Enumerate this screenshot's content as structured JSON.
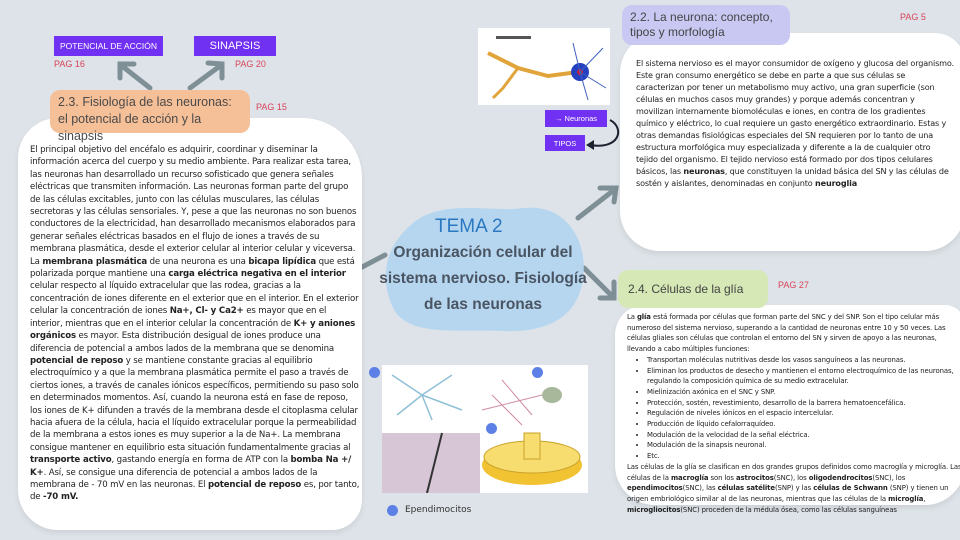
{
  "left": {
    "buttons": {
      "potencial": "POTENCIAL DE ACCIÓN",
      "sinapsis": "SINAPSIS"
    },
    "pag_potencial": "PAG 16",
    "pag_sinapsis": "PAG 20",
    "title": "2.3. Fisiología de las neuronas: el potencial de acción y la sinapsis",
    "pag": "PAG 15",
    "body": [
      [
        "El principal objetivo del encéfalo es adquirir, coordinar y diseminar la información acerca del cuerpo y su medio ambiente. Para realizar esta tarea, las neuronas han desarrollado un recurso sofisticado que genera señales eléctricas que transmiten información. Las neuronas forman parte del grupo de las células excitables, junto con las células musculares, las células secretoras y las células sensoriales. Y, pese a que las neuronas no son buenos conductores de la electricidad, han desarrollado mecanismos elaborados para generar señales eléctricas basados en el flujo de iones a través de su membrana plasmática, desde el exterior celular al interior celular y viceversa. La ",
        0
      ],
      [
        "membrana plasmática",
        1
      ],
      [
        " de una neurona es una ",
        0
      ],
      [
        "bicapa lipídica",
        1
      ],
      [
        " que está polarizada porque mantiene una ",
        0
      ],
      [
        "carga eléctrica negativa en el interior",
        1
      ],
      [
        " celular respecto al líquido extracelular que las rodea, gracias a la concentración de iones diferente en el exterior que en el interior. En el exterior celular la concentración de iones ",
        0
      ],
      [
        "Na+, Cl- y Ca2+",
        1
      ],
      [
        " es mayor que en el interior, mientras que en el interior celular la concentración de ",
        0
      ],
      [
        "K+ y aniones orgánicos",
        1
      ],
      [
        " es mayor. Esta distribución desigual de iones produce una diferencia de potencial a ambos lados de la membrana que se denomina ",
        0
      ],
      [
        "potencial de reposo",
        1
      ],
      [
        " y se mantiene constante gracias al equilibrio electroquímico y a que la membrana plasmática permite el paso a través de ciertos iones, a través de canales iónicos específicos, permitiendo su paso solo en determinados momentos. Así, cuando la neurona está en fase de reposo, los iones de K+ difunden a través de la membrana desde el citoplasma celular hacia afuera de la célula, hacia el líquido extracelular porque la permeabilidad de la membrana a estos iones es muy superior a la de Na+. La membrana consigue mantener en equilibrio esta situación fundamentalmente gracias al ",
        0
      ],
      [
        "transporte activo",
        1
      ],
      [
        ", gastando energía en forma de ATP con la ",
        0
      ],
      [
        "bomba Na +/ K+",
        1
      ],
      [
        ". Así, se consigue una diferencia de potencial a ambos lados de la membrana de - 70 mV en las neuronas. El ",
        0
      ],
      [
        "potencial de reposo",
        1
      ],
      [
        " es, por tanto, de ",
        0
      ],
      [
        "-70 mV.",
        1
      ]
    ]
  },
  "center": {
    "tema": "TEMA 2",
    "subtitle": "Organización celular del sistema nervioso. Fisiología de las neuronas"
  },
  "neurona": {
    "title": "2.2. La neurona: concepto, tipos y morfología",
    "pag": "PAG 5",
    "btn_neuronas": "→  Neuronas",
    "btn_tipos": "TIPOS",
    "body": [
      [
        "El sistema nervioso es el mayor consumidor de oxígeno y glucosa del organismo. Este gran consumo energético se debe en parte a que sus células se caracterizan por tener un metabolismo muy activo, una gran superficie (son células en muchos casos muy grandes) y porque además concentran y movilizan internamente biomoléculas e iones, en contra de los gradientes químico y eléctrico, lo cual requiere un gasto energético extraordinario. Estas y otras demandas fisiológicas especiales del SN requieren por lo tanto de una estructura morfológica muy especializada y diferente a la de cualquier otro tejido del organismo. El tejido nervioso está formado por dos tipos celulares básicos, las ",
        0
      ],
      [
        "neuronas",
        1
      ],
      [
        ", que constituyen la unidad básica del SN y las células de sostén y aislantes, denominadas en conjunto ",
        0
      ],
      [
        "neuroglia",
        1
      ]
    ]
  },
  "glia": {
    "title": "2.4. Células de la glía",
    "pag": "PAG 27",
    "intro": [
      [
        "La ",
        0
      ],
      [
        "glía",
        1
      ],
      [
        " está formada por células que forman parte del SNC y del SNP. Son el tipo celular más numeroso del sistema nervioso, superando a la cantidad de neuronas entre 10 y 50 veces. Las células gliales son células que controlan el entorno del SN y sirven de apoyo a las neuronas, llevando a cabo múltiples funciones:",
        0
      ]
    ],
    "functions": [
      "Transportan moléculas nutritivas desde los vasos sanguíneos a las neuronas.",
      "Eliminan los productos de desecho y mantienen el entorno electroquímico de las neuronas, regulando la composición química de su medio extracelular.",
      "Mielinización axónica en el SNC y SNP.",
      "Protección, sostén, revestimiento, desarrollo de la barrera hematoencefálica.",
      "Regulación de niveles iónicos en el espacio intercelular.",
      "Producción de líquido cefalorraquídeo.",
      "Modulación de la velocidad de la señal eléctrica.",
      "Modulación de la sinapsis neuronal.",
      "Etc."
    ],
    "outro": [
      [
        "Las células de la glía se clasifican en dos grandes grupos definidos como macroglía y microglía. Las células de la ",
        0
      ],
      [
        "macroglía",
        1
      ],
      [
        " son los ",
        0
      ],
      [
        "astrocitos",
        1
      ],
      [
        "(SNC), los ",
        0
      ],
      [
        "oligodendrocitos",
        1
      ],
      [
        "(SNC), los ",
        0
      ],
      [
        "ependimocitos",
        1
      ],
      [
        "(SNC), las ",
        0
      ],
      [
        "células satélite",
        1
      ],
      [
        "(SNP) y las ",
        0
      ],
      [
        "células de Schwann",
        1
      ],
      [
        " (SNP) y tienen un origen embriológico similar al de las neuronas, mientras que las células de la ",
        0
      ],
      [
        "microglía",
        1
      ],
      [
        ", ",
        0
      ],
      [
        "microgliocitos",
        1
      ],
      [
        "(SNC) proceden de la médula ósea, como las células sanguíneas",
        0
      ]
    ]
  },
  "ependimocitos": "Ependimocitos"
}
